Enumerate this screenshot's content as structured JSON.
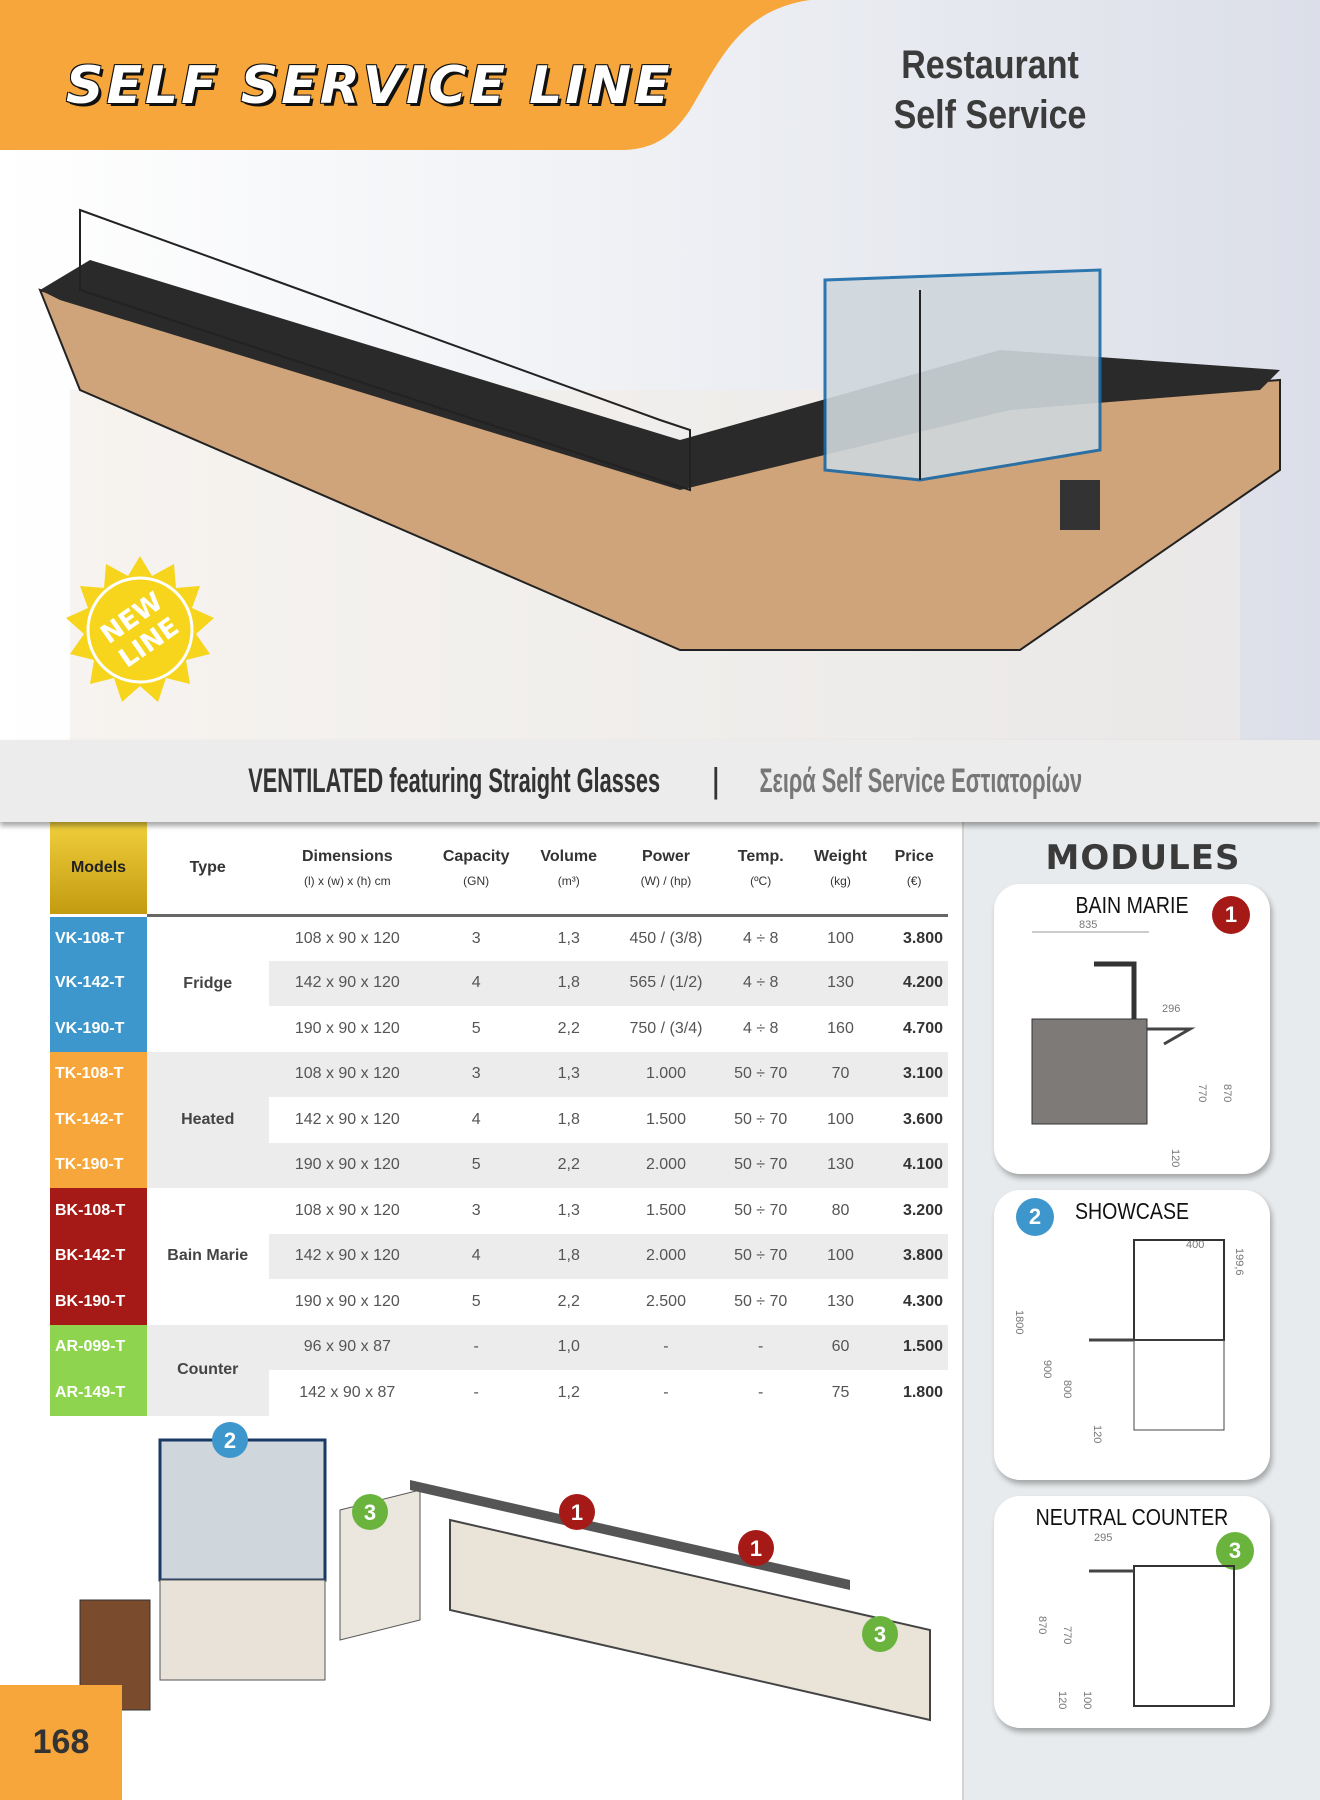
{
  "header": {
    "title": "SELF SERVICE LINE",
    "subtitle_line1": "Restaurant",
    "subtitle_line2": "Self Service",
    "accent": "#f6a63a"
  },
  "badge": {
    "line1": "NEW",
    "line2": "LINE",
    "color": "#f7d51d"
  },
  "band": {
    "bold_text": "VENTILATED featuring Straight Glasses",
    "separator": " | ",
    "greek_text": "Σειρά Self Service Εστιατορίων"
  },
  "table": {
    "headers": [
      {
        "label": "Models",
        "sub": ""
      },
      {
        "label": "Type",
        "sub": ""
      },
      {
        "label": "Dimensions",
        "sub": "(l) x (w) x (h) cm"
      },
      {
        "label": "Capacity",
        "sub": "(GN)"
      },
      {
        "label": "Volume",
        "sub": "(m³)"
      },
      {
        "label": "Power",
        "sub": "(W) / (hp)"
      },
      {
        "label": "Temp.",
        "sub": "(ºC)"
      },
      {
        "label": "Weight",
        "sub": "(kg)"
      },
      {
        "label": "Price",
        "sub": "(€)"
      }
    ],
    "groups": [
      {
        "type": "Fridge",
        "color": "#3d97cc",
        "rows": [
          [
            "VK-108-T",
            "108 x 90 x 120",
            "3",
            "1,3",
            "450 / (3/8)",
            "4 ÷ 8",
            "100",
            "3.800"
          ],
          [
            "VK-142-T",
            "142 x 90 x 120",
            "4",
            "1,8",
            "565 / (1/2)",
            "4 ÷ 8",
            "130",
            "4.200"
          ],
          [
            "VK-190-T",
            "190 x 90 x 120",
            "5",
            "2,2",
            "750 / (3/4)",
            "4 ÷ 8",
            "160",
            "4.700"
          ]
        ]
      },
      {
        "type": "Heated",
        "color": "#f6a63a",
        "rows": [
          [
            "TK-108-T",
            "108 x 90 x 120",
            "3",
            "1,3",
            "1.000",
            "50 ÷ 70",
            "70",
            "3.100"
          ],
          [
            "TK-142-T",
            "142 x 90 x 120",
            "4",
            "1,8",
            "1.500",
            "50 ÷ 70",
            "100",
            "3.600"
          ],
          [
            "TK-190-T",
            "190 x 90 x 120",
            "5",
            "2,2",
            "2.000",
            "50 ÷ 70",
            "130",
            "4.100"
          ]
        ]
      },
      {
        "type": "Bain Marie",
        "color": "#a51a16",
        "rows": [
          [
            "BK-108-T",
            "108 x 90 x 120",
            "3",
            "1,3",
            "1.500",
            "50 ÷ 70",
            "80",
            "3.200"
          ],
          [
            "BK-142-T",
            "142 x 90 x 120",
            "4",
            "1,8",
            "2.000",
            "50 ÷ 70",
            "100",
            "3.800"
          ],
          [
            "BK-190-T",
            "190 x 90 x 120",
            "5",
            "2,2",
            "2.500",
            "50 ÷ 70",
            "130",
            "4.300"
          ]
        ]
      },
      {
        "type": "Counter",
        "color": "#8fd44e",
        "rows": [
          [
            "AR-099-T",
            "96 x 90 x 87",
            "-",
            "1,0",
            "-",
            "-",
            "60",
            "1.500"
          ],
          [
            "AR-149-T",
            "142 x 90 x 87",
            "-",
            "1,2",
            "-",
            "-",
            "75",
            "1.800"
          ]
        ]
      }
    ]
  },
  "modules": {
    "title": "MODULES",
    "cards": [
      {
        "title": "BAIN MARIE",
        "number": "1",
        "color": "#a51a16",
        "dims": [
          "835",
          "296",
          "770",
          "870",
          "120"
        ]
      },
      {
        "title": "SHOWCASE",
        "number": "2",
        "color": "#3d97cc",
        "dims": [
          "1800",
          "900",
          "800",
          "120",
          "400",
          "199,6"
        ]
      },
      {
        "title": "NEUTRAL COUNTER",
        "number": "3",
        "color": "#6ab43e",
        "dims": [
          "295",
          "870",
          "770",
          "120",
          "100"
        ]
      }
    ]
  },
  "bottom_markers": [
    "2",
    "3",
    "1",
    "1",
    "3"
  ],
  "page_number": "168"
}
